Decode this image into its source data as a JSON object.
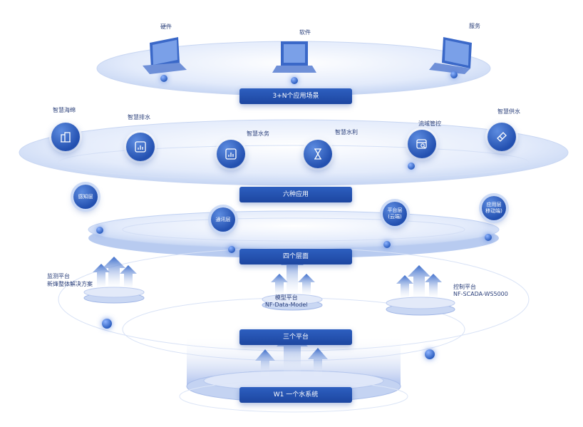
{
  "tiers": {
    "top": {
      "items": [
        {
          "label": "硬件",
          "icon": "monitor-icon"
        },
        {
          "label": "软件",
          "icon": "monitor-icon"
        },
        {
          "label": "服务",
          "icon": "monitor-icon"
        }
      ],
      "banner": "3+N个应用场景"
    },
    "apps": {
      "items": [
        {
          "label": "智慧海绵",
          "icon": "building-icon"
        },
        {
          "label": "智慧排水",
          "icon": "chart-icon"
        },
        {
          "label": "智慧水务",
          "icon": "chart-icon"
        },
        {
          "label": "智慧水利",
          "icon": "hourglass-icon"
        },
        {
          "label": "流域管控",
          "icon": "calendar-search-icon"
        },
        {
          "label": "智慧供水",
          "icon": "pipe-icon"
        }
      ],
      "banner": "六种应用"
    },
    "layers": {
      "items": [
        {
          "label": "感知层"
        },
        {
          "label": "通讯层"
        },
        {
          "label": "平台层\n(云端)"
        },
        {
          "label": "应用层\n移动端)"
        }
      ],
      "banner": "四个层面"
    },
    "platforms": {
      "items": [
        {
          "line1": "监测平台",
          "line2": "新烽整体解决方案"
        },
        {
          "line1": "模型平台",
          "line2": "NF-Data-Model"
        },
        {
          "line1": "控制平台",
          "line2": "NF-SCADA-WS5000"
        }
      ],
      "banner": "三个平台"
    },
    "base": {
      "banner": "W1 一个水系统"
    }
  },
  "colors": {
    "primary": "#2350b0",
    "banner": "#1d46a0",
    "label": "#2a3f7a",
    "disc": "#dfe8fa"
  }
}
